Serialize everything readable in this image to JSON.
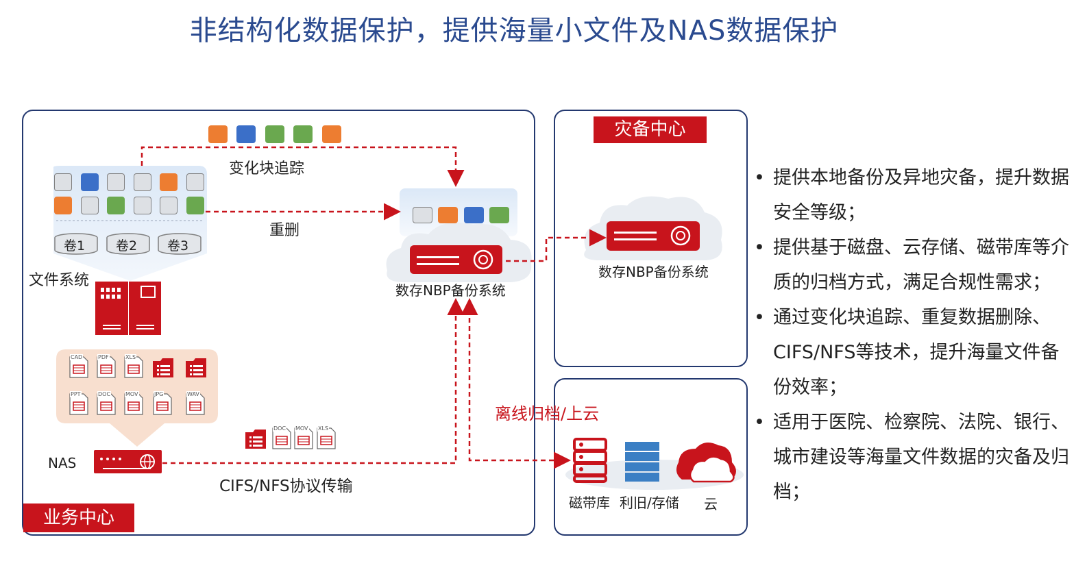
{
  "title": "非结构化数据保护，提供海量小文件及NAS数据保护",
  "panels": {
    "business_center": "业务中心",
    "disaster_center": "灾备中心"
  },
  "labels": {
    "change_block": "变化块追踪",
    "dedup": "重删",
    "file_system": "文件系统",
    "volumes": [
      "卷1",
      "卷2",
      "卷3"
    ],
    "nbp_main": "数存NBP备份系统",
    "nbp_remote": "数存NBP备份系统",
    "nas": "NAS",
    "cifs": "CIFS/NFS协议传输",
    "archive": "离线归档/上云",
    "tape": "磁带库",
    "storage": "利旧/存储",
    "cloud": "云"
  },
  "file_types": [
    "CAD",
    "PDF",
    "XLS",
    "",
    "",
    "PPT",
    "DOC",
    "MOV",
    "JPG",
    "WAV"
  ],
  "mini_files": [
    "",
    "DOC",
    "MOV",
    "XLS"
  ],
  "bullets": [
    "提供本地备份及异地灾备，提升数据安全等级；",
    "提供基于磁盘、云存储、磁带库等介质的归档方式，满足合规性需求；",
    "通过变化块追踪、重复数据删除、CIFS/NFS等技术，提升海量文件备份效率；",
    "适用于医院、检察院、法院、银行、城市建设等海量文件数据的灾备及归档；"
  ],
  "colors": {
    "accent_red": "#c8141c",
    "border_navy": "#23386f",
    "title_blue": "#2a4a8f",
    "block_blue": "#3b6fc8",
    "block_orange": "#ed7d31",
    "block_green": "#6aa84f",
    "block_gray": "#dde0e4"
  }
}
